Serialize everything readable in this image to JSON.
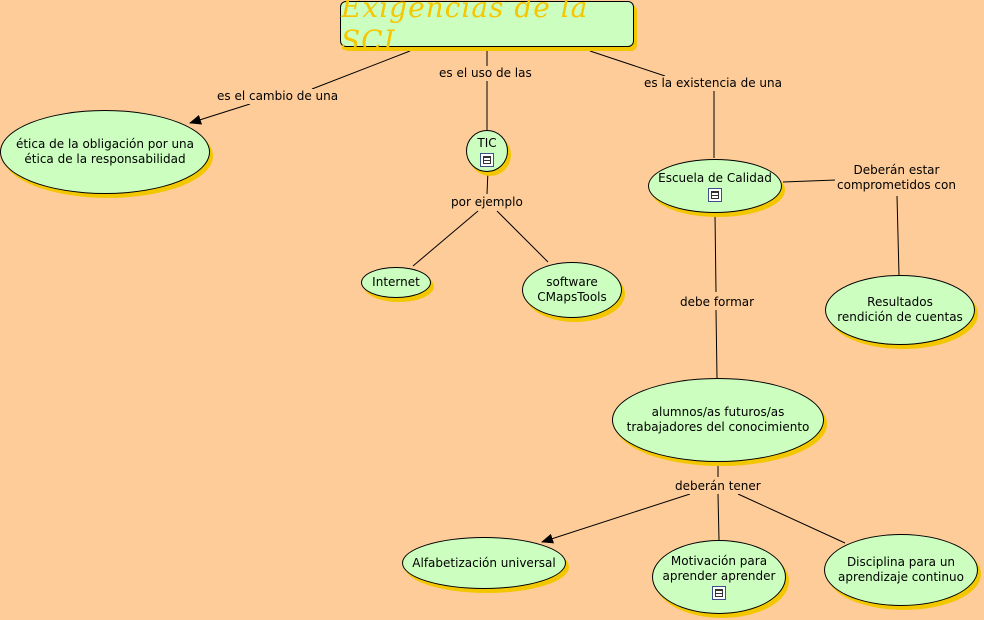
{
  "title": "Exigencias de la SCI",
  "concepts": {
    "etica": "ética de la obligación por una\nética de la responsabilidad",
    "tic": "TIC",
    "internet": "Internet",
    "software": "software\nCMapsTools",
    "escuela": "Escuela de Calidad",
    "resultados": "Resultados\nrendición de cuentas",
    "alumnos": "alumnos/as futuros/as\ntrabajadores del conocimiento",
    "alfabetizacion": "Alfabetización universal",
    "motivacion": "Motivación para\naprender aprender",
    "disciplina": "Disciplina para un\naprendizaje continuo"
  },
  "linking_phrases": {
    "cambio": "es el cambio de una",
    "uso": "es el uso de las",
    "existencia": "es la existencia de una",
    "ejemplo": "por ejemplo",
    "comprometidos": "Deberán estar\ncomprometidos con",
    "formar": "debe formar",
    "tener": "deberán tener"
  },
  "colors": {
    "background": "#FECC99",
    "node_fill": "#CCFFBF",
    "node_shadow": "#F3C700",
    "title_text": "#F6C600"
  },
  "icons": {
    "resource": "document-icon"
  }
}
